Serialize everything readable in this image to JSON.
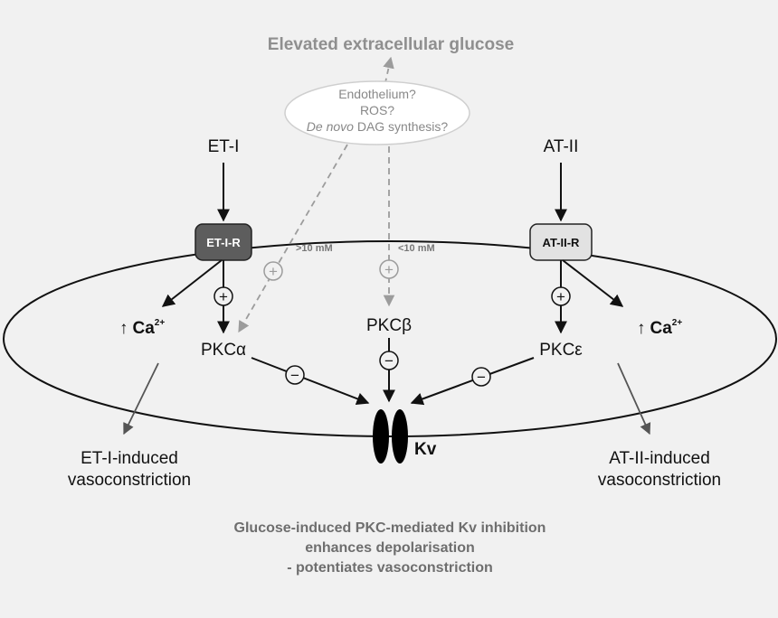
{
  "title": "Elevated extracellular glucose",
  "mediator": {
    "line1": "Endothelium?",
    "line2": "ROS?",
    "line3_italic": "De novo",
    "line3_rest": " DAG synthesis?"
  },
  "ligands": {
    "left": "ET-I",
    "right": "AT-II"
  },
  "receptors": {
    "left": "ET-I-R",
    "right": "AT-II-R"
  },
  "conditions": {
    "high": ">10 mM",
    "low": "<10 mM"
  },
  "kinases": {
    "alpha": "PKCα",
    "beta": "PKCβ",
    "epsilon": "PKCε"
  },
  "calcium": {
    "arrow": "↑",
    "symbol": "Ca",
    "charge": "2+"
  },
  "channel": "Kv",
  "outcomes": {
    "left_line1": "ET-I-induced",
    "left_line2": "vasoconstriction",
    "right_line1": "AT-II-induced",
    "right_line2": "vasoconstriction"
  },
  "summary": {
    "line1": "Glucose-induced PKC-mediated Kv inhibition",
    "line2": "enhances depolarisation",
    "line3": "- potentiates vasoconstriction"
  },
  "signs": {
    "plus": "+",
    "minus": "−"
  },
  "colors": {
    "background": "#f1f1f1",
    "dark_receptor": "#5d5d5d",
    "light_receptor": "#e2e2e2",
    "dashed_grey": "#9c9c9c",
    "text_grey": "#8f8f8f"
  }
}
